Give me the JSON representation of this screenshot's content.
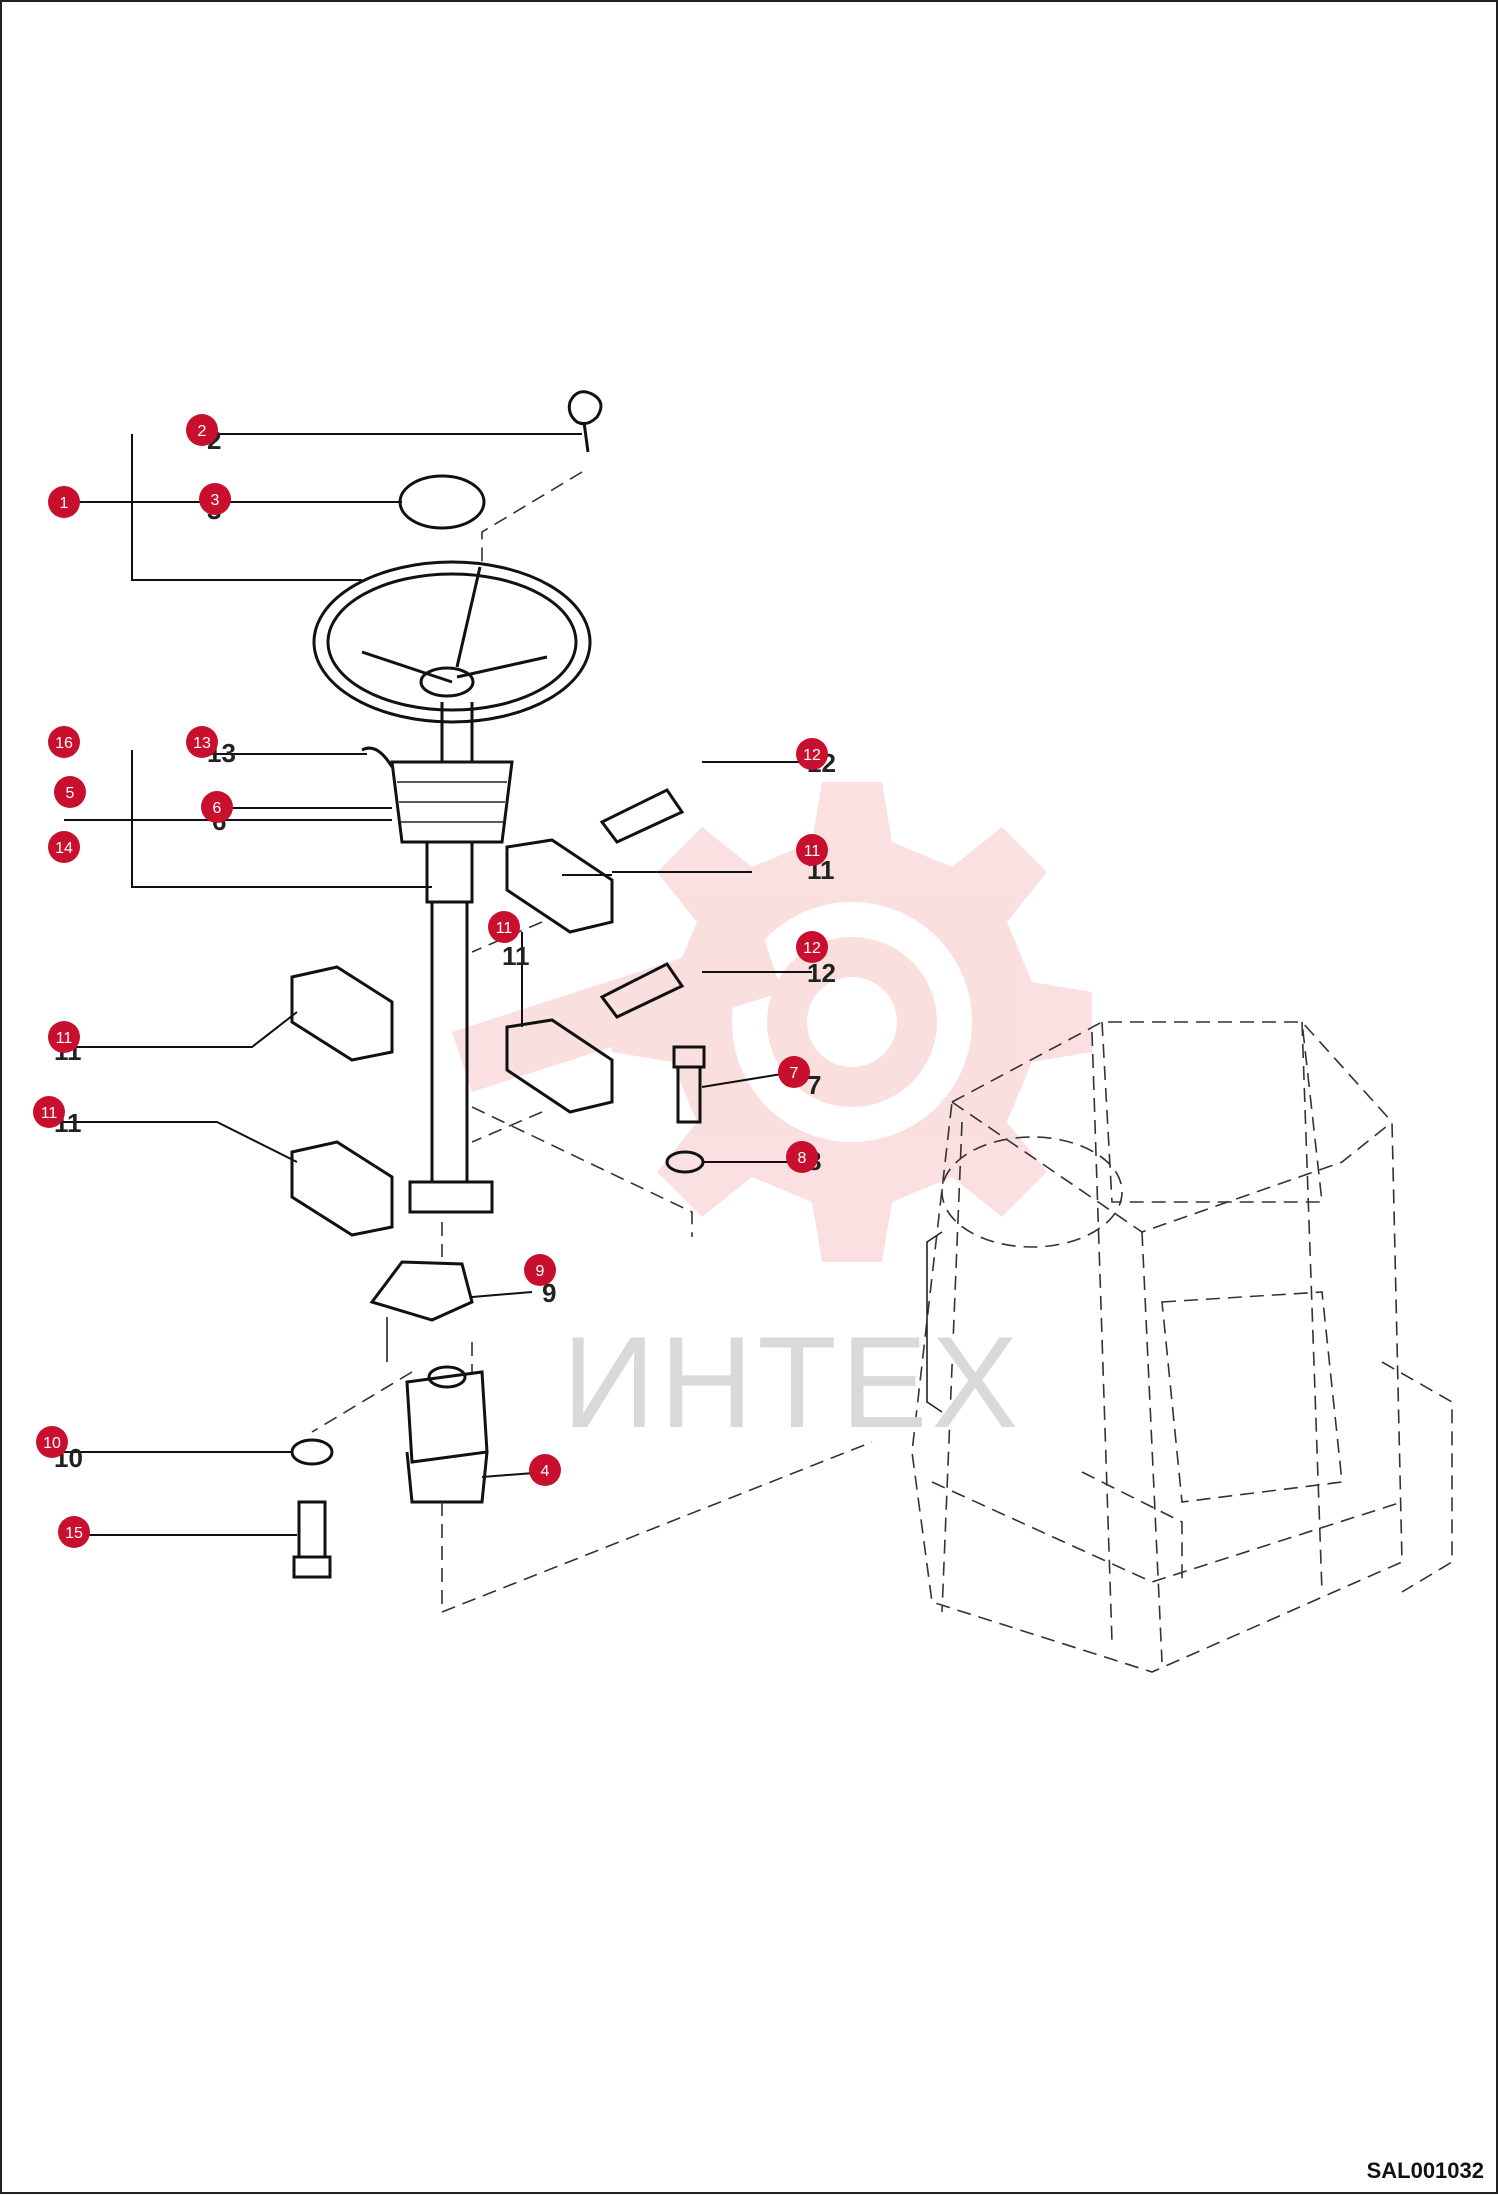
{
  "document": {
    "watermark_text": "ИНТЕХ",
    "drawing_code": "SAL001032"
  },
  "callouts": [
    {
      "id": "1",
      "label": "1"
    },
    {
      "id": "2",
      "label": "2"
    },
    {
      "id": "3",
      "label": "3"
    },
    {
      "id": "4",
      "label": "4"
    },
    {
      "id": "5",
      "label": "5"
    },
    {
      "id": "6",
      "label": "6"
    },
    {
      "id": "7",
      "label": "7"
    },
    {
      "id": "8",
      "label": "8"
    },
    {
      "id": "9",
      "label": "9"
    },
    {
      "id": "10",
      "label": "10"
    },
    {
      "id": "11a",
      "label": "11"
    },
    {
      "id": "11b",
      "label": "11"
    },
    {
      "id": "11c",
      "label": "11"
    },
    {
      "id": "11d",
      "label": "11"
    },
    {
      "id": "12a",
      "label": "12"
    },
    {
      "id": "12b",
      "label": "12"
    },
    {
      "id": "13",
      "label": "13"
    },
    {
      "id": "14",
      "label": "14"
    },
    {
      "id": "15",
      "label": "15"
    },
    {
      "id": "16",
      "label": "16"
    }
  ],
  "colors": {
    "badge": "#c8102e",
    "watermark_gear": "#f6c6c6",
    "line": "#111111"
  }
}
